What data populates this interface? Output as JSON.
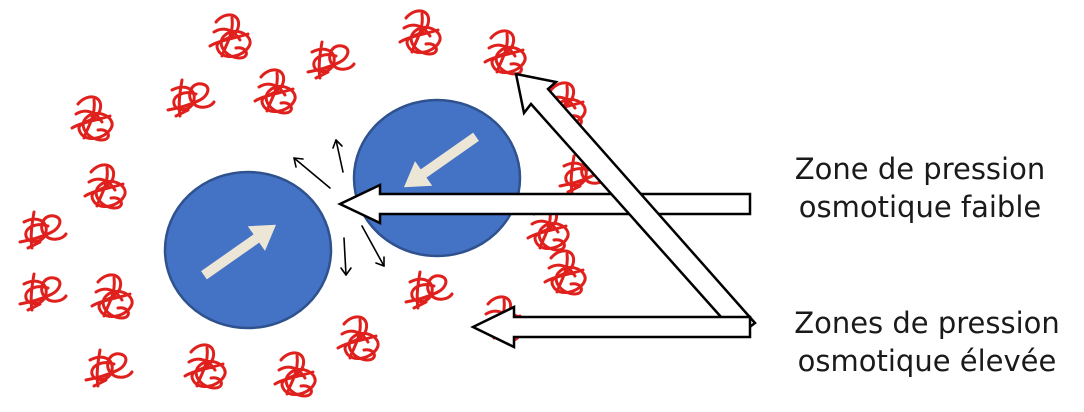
{
  "labels": {
    "low_pressure_line1": "Zone de pression",
    "low_pressure_line2": "osmotique faible",
    "high_pressure_line1": "Zones de pression",
    "high_pressure_line2": "osmotique élevée"
  },
  "colors": {
    "particle": "#1f4e79",
    "particle_fill": "#4472c4",
    "particle_arrow": "#e8e2d2",
    "polymer": "#e0201c",
    "arrow_stroke": "#000000"
  }
}
